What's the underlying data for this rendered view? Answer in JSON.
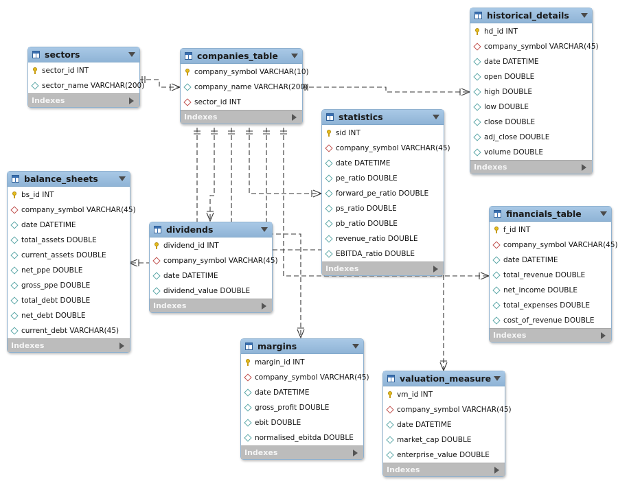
{
  "tables": [
    {
      "id": "sectors",
      "name": "sectors",
      "indexes_label": "Indexes",
      "columns": [
        {
          "name": "sector_id INT",
          "kind": "key"
        },
        {
          "name": "sector_name VARCHAR(200)",
          "kind": "col"
        }
      ]
    },
    {
      "id": "companies_table",
      "name": "companies_table",
      "indexes_label": "Indexes",
      "columns": [
        {
          "name": "company_symbol VARCHAR(10)",
          "kind": "key"
        },
        {
          "name": "company_name VARCHAR(200)",
          "kind": "col"
        },
        {
          "name": "sector_id INT",
          "kind": "fk"
        }
      ]
    },
    {
      "id": "historical_details",
      "name": "historical_details",
      "indexes_label": "Indexes",
      "columns": [
        {
          "name": "hd_id INT",
          "kind": "key"
        },
        {
          "name": "company_symbol VARCHAR(45)",
          "kind": "fk"
        },
        {
          "name": "date DATETIME",
          "kind": "col"
        },
        {
          "name": "open DOUBLE",
          "kind": "col"
        },
        {
          "name": "high DOUBLE",
          "kind": "col"
        },
        {
          "name": "low DOUBLE",
          "kind": "col"
        },
        {
          "name": "close DOUBLE",
          "kind": "col"
        },
        {
          "name": "adj_close DOUBLE",
          "kind": "col"
        },
        {
          "name": "volume DOUBLE",
          "kind": "col"
        }
      ]
    },
    {
      "id": "statistics",
      "name": "statistics",
      "indexes_label": "Indexes",
      "columns": [
        {
          "name": "sid INT",
          "kind": "key"
        },
        {
          "name": "company_symbol VARCHAR(45)",
          "kind": "fk"
        },
        {
          "name": "date DATETIME",
          "kind": "col"
        },
        {
          "name": "pe_ratio DOUBLE",
          "kind": "col"
        },
        {
          "name": "forward_pe_ratio DOUBLE",
          "kind": "col"
        },
        {
          "name": "ps_ratio DOUBLE",
          "kind": "col"
        },
        {
          "name": "pb_ratio DOUBLE",
          "kind": "col"
        },
        {
          "name": "revenue_ratio DOUBLE",
          "kind": "col"
        },
        {
          "name": "EBITDA_ratio DOUBLE",
          "kind": "col"
        }
      ]
    },
    {
      "id": "balance_sheets",
      "name": "balance_sheets",
      "indexes_label": "Indexes",
      "columns": [
        {
          "name": "bs_id INT",
          "kind": "key"
        },
        {
          "name": "company_symbol VARCHAR(45)",
          "kind": "fk"
        },
        {
          "name": "date DATETIME",
          "kind": "col"
        },
        {
          "name": "total_assets DOUBLE",
          "kind": "col"
        },
        {
          "name": "current_assets DOUBLE",
          "kind": "col"
        },
        {
          "name": "net_ppe DOUBLE",
          "kind": "col"
        },
        {
          "name": "gross_ppe DOUBLE",
          "kind": "col"
        },
        {
          "name": "total_debt DOUBLE",
          "kind": "col"
        },
        {
          "name": "net_debt DOUBLE",
          "kind": "col"
        },
        {
          "name": "current_debt VARCHAR(45)",
          "kind": "col"
        }
      ]
    },
    {
      "id": "dividends",
      "name": "dividends",
      "indexes_label": "Indexes",
      "columns": [
        {
          "name": "dividend_id INT",
          "kind": "key"
        },
        {
          "name": "company_symbol VARCHAR(45)",
          "kind": "fk"
        },
        {
          "name": "date DATETIME",
          "kind": "col"
        },
        {
          "name": "dividend_value DOUBLE",
          "kind": "col"
        }
      ]
    },
    {
      "id": "financials_table",
      "name": "financials_table",
      "indexes_label": "Indexes",
      "columns": [
        {
          "name": "f_id INT",
          "kind": "key"
        },
        {
          "name": "company_symbol VARCHAR(45)",
          "kind": "fk"
        },
        {
          "name": "date DATETIME",
          "kind": "col"
        },
        {
          "name": "total_revenue DOUBLE",
          "kind": "col"
        },
        {
          "name": "net_income DOUBLE",
          "kind": "col"
        },
        {
          "name": "total_expenses DOUBLE",
          "kind": "col"
        },
        {
          "name": "cost_of_revenue DOUBLE",
          "kind": "col"
        }
      ]
    },
    {
      "id": "margins",
      "name": "margins",
      "indexes_label": "Indexes",
      "columns": [
        {
          "name": "margin_id INT",
          "kind": "key"
        },
        {
          "name": "company_symbol VARCHAR(45)",
          "kind": "fk"
        },
        {
          "name": "date DATETIME",
          "kind": "col"
        },
        {
          "name": "gross_profit DOUBLE",
          "kind": "col"
        },
        {
          "name": "ebit DOUBLE",
          "kind": "col"
        },
        {
          "name": "normalised_ebitda DOUBLE",
          "kind": "col"
        }
      ]
    },
    {
      "id": "valuation_measure",
      "name": "valuation_measure",
      "indexes_label": "Indexes",
      "columns": [
        {
          "name": "vm_id INT",
          "kind": "key"
        },
        {
          "name": "company_symbol VARCHAR(45)",
          "kind": "fk"
        },
        {
          "name": "date DATETIME",
          "kind": "col"
        },
        {
          "name": "market_cap DOUBLE",
          "kind": "col"
        },
        {
          "name": "enterprise_value DOUBLE",
          "kind": "col"
        }
      ]
    }
  ],
  "relationships": [
    {
      "from": "sectors",
      "to": "companies_table"
    },
    {
      "from": "companies_table",
      "to": "historical_details"
    },
    {
      "from": "companies_table",
      "to": "statistics"
    },
    {
      "from": "companies_table",
      "to": "balance_sheets"
    },
    {
      "from": "companies_table",
      "to": "dividends"
    },
    {
      "from": "companies_table",
      "to": "financials_table"
    },
    {
      "from": "companies_table",
      "to": "margins"
    },
    {
      "from": "companies_table",
      "to": "valuation_measure"
    }
  ]
}
